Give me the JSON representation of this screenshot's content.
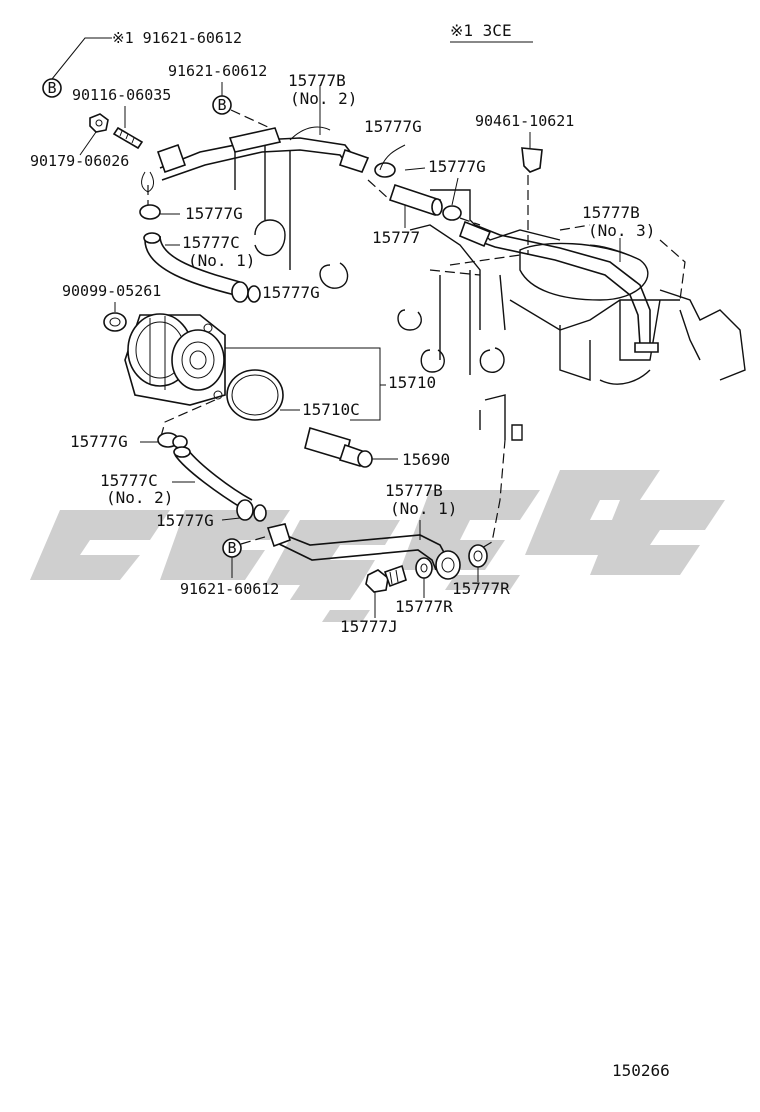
{
  "header": {
    "variant_note": "※1 3CE"
  },
  "footer": {
    "diagram_number": "150266"
  },
  "labels": {
    "l_star_91621": "※1 91621-60612",
    "l_90116": "90116-06035",
    "l_90179": "90179-06026",
    "l_91621_top": "91621-60612",
    "l_15777b_no2_a": "15777B",
    "l_15777b_no2_b": "(No. 2)",
    "l_15777g_top": "15777G",
    "l_90461": "90461-10621",
    "l_15777g_right": "15777G",
    "l_15777": "15777",
    "l_15777b_no3_a": "15777B",
    "l_15777b_no3_b": "(No. 3)",
    "l_15777g_left": "15777G",
    "l_15777c_no1_a": "15777C",
    "l_15777c_no1_b": "(No. 1)",
    "l_15777g_mid": "15777G",
    "l_90099": "90099-05261",
    "l_15710": "15710",
    "l_15710c": "15710C",
    "l_15777g_low": "15777G",
    "l_15690": "15690",
    "l_15777c_no2_a": "15777C",
    "l_15777c_no2_b": "(No. 2)",
    "l_15777b_no1_a": "15777B",
    "l_15777b_no1_b": "(No. 1)",
    "l_15777g_bottom": "15777G",
    "l_91621_bottom": "91621-60612",
    "l_15777r_right": "15777R",
    "l_15777r_left": "15777R",
    "l_15777j": "15777J"
  },
  "markers": {
    "b_symbol": "B"
  },
  "icons": [
    "b-circle-icon"
  ]
}
